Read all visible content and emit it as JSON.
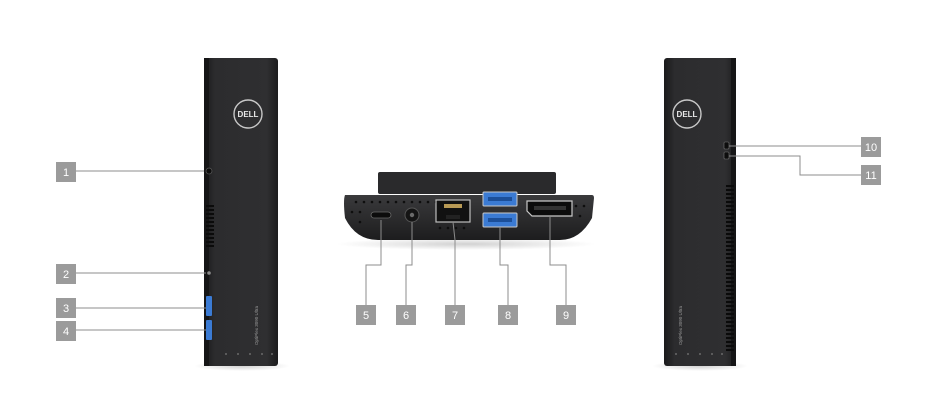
{
  "brand": "DELL",
  "model": "OptiPlex 3090 Ultra",
  "colors": {
    "badge_fill": "#9b9b9b",
    "leader_line": "#8c8c8c",
    "device_body": "#2a2a2c",
    "usb_blue": "#3b7bd4"
  },
  "callouts": [
    "1",
    "2",
    "3",
    "4",
    "5",
    "6",
    "7",
    "8",
    "9",
    "10",
    "11"
  ]
}
